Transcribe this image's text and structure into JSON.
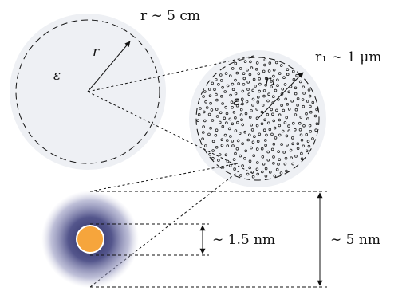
{
  "labels": {
    "big_radius_annotation": "r ∼ 5 cm",
    "big_radius_symbol": "r",
    "big_permittivity": "ε",
    "small_radius_annotation": "r₁ ∼ 1 μm",
    "small_radius_symbol": "r₁",
    "small_permittivity": "ε₁",
    "core_size": "∼ 1.5 nm",
    "shell_size": "∼ 5 nm"
  },
  "colors": {
    "disk_fill": "#eef0f4",
    "dot_stroke": "#222222",
    "line": "#111111",
    "core_fill": "#f6a53c",
    "core_stroke": "#ffffff",
    "halo_outer": "#8a8cb8",
    "halo_inner": "#2c2d63"
  }
}
